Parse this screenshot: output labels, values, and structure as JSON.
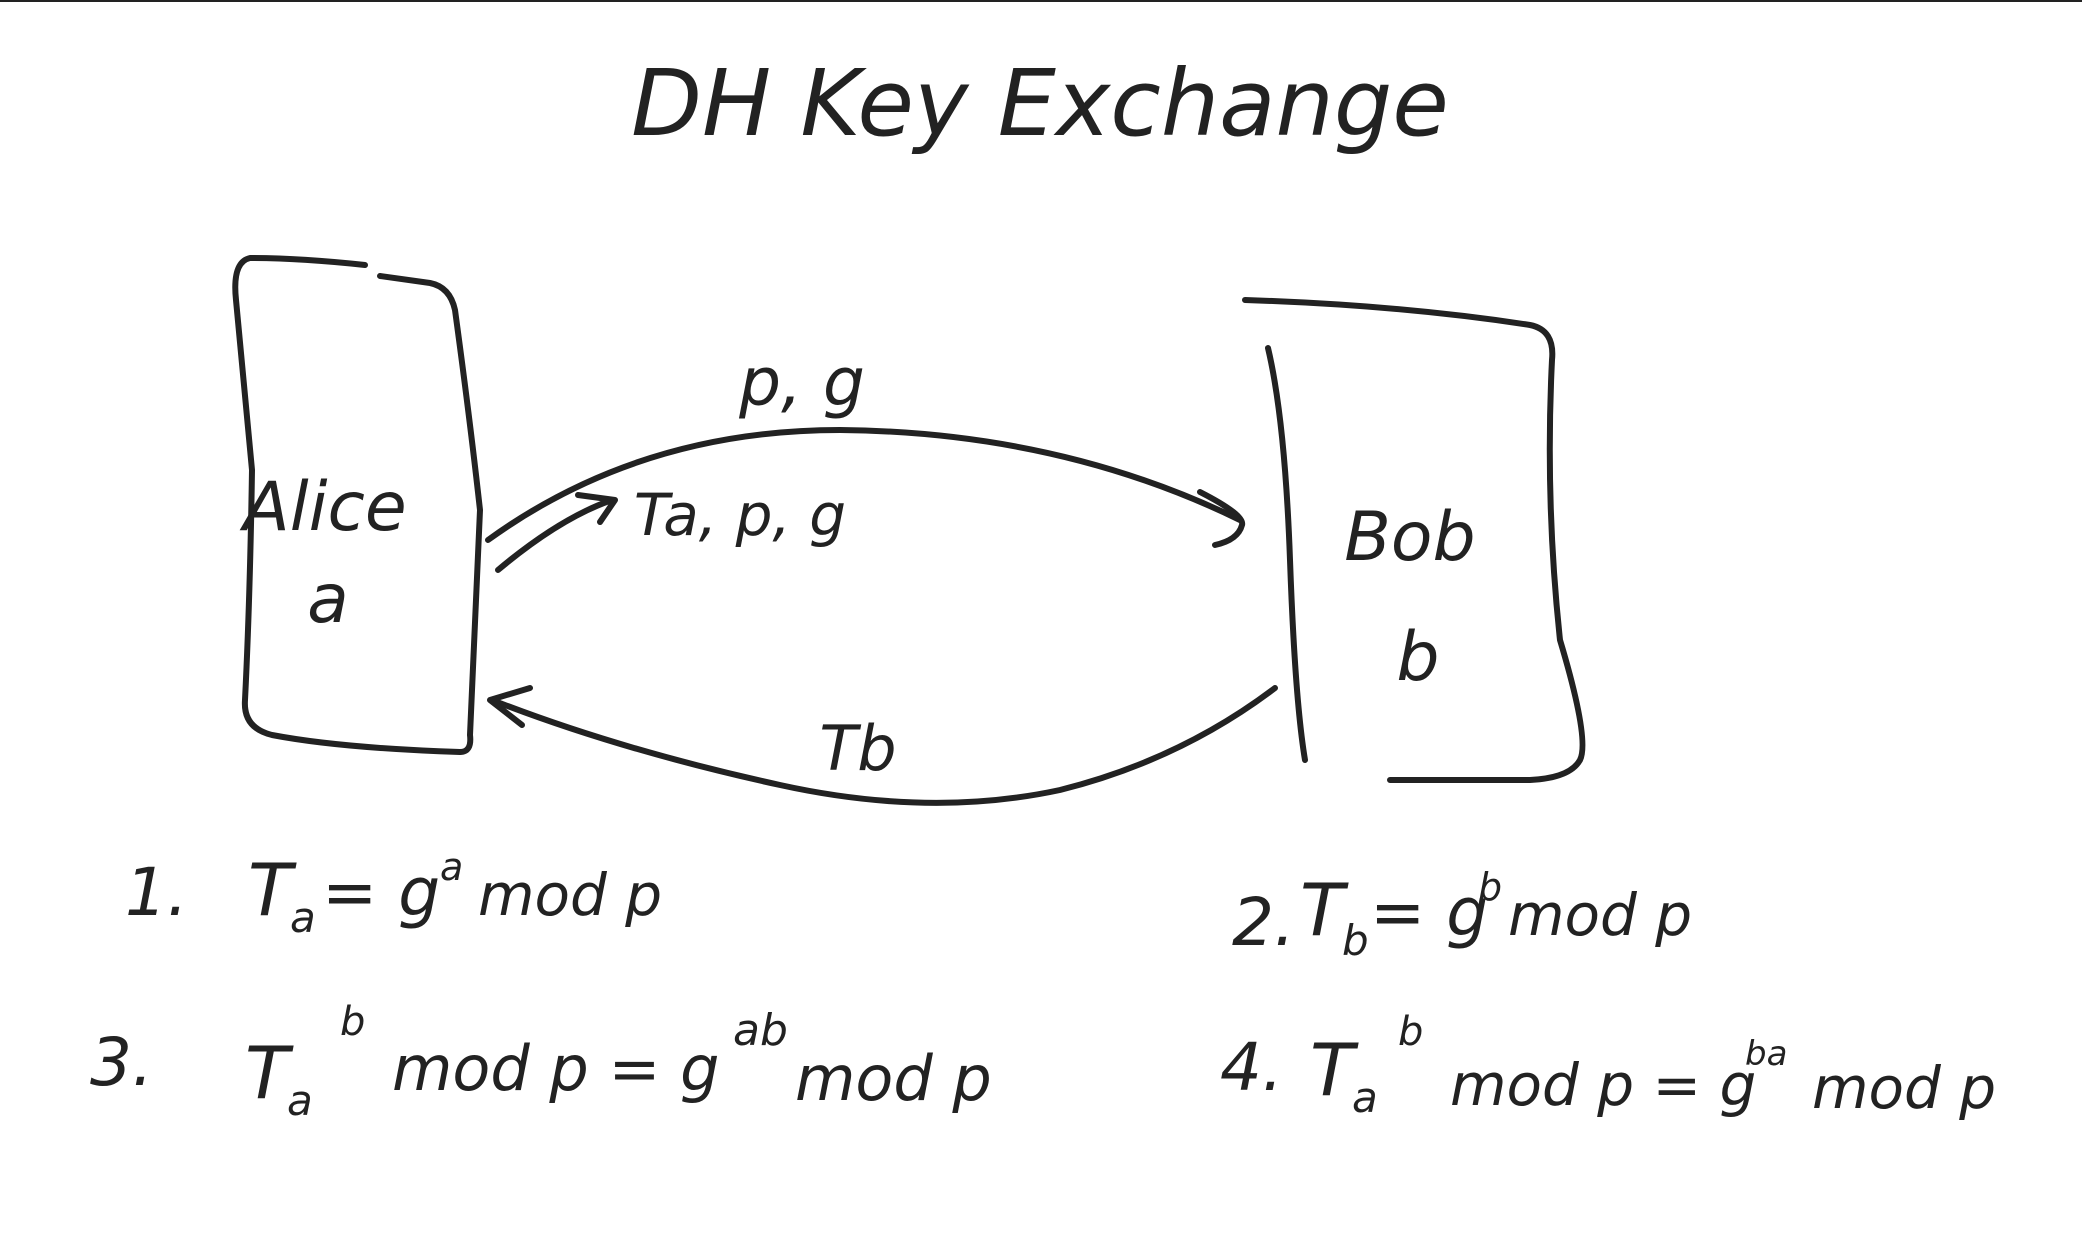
{
  "title": "DH Key Exchange",
  "alice": {
    "name": "Alice",
    "secret": "a"
  },
  "bob": {
    "name": "Bob",
    "secret": "b"
  },
  "arrows": {
    "public_params_label": "p, g",
    "alice_to_bob_label": "Ta, p, g",
    "bob_to_alice_label": "Tb"
  },
  "steps": [
    {
      "number": "1.",
      "lhs": "T",
      "lhs_sub": "a",
      "eq": "= g",
      "exp": "a",
      "rest": "mod p"
    },
    {
      "number": "2.",
      "lhs": "T",
      "lhs_sub": "b",
      "eq": "= g",
      "exp": "b",
      "rest": "mod p"
    },
    {
      "number": "3.",
      "lhs": "T",
      "lhs_sub": "a",
      "lhs_exp": "b",
      "mid": "mod p = g",
      "exp": "ab",
      "rest": "mod p"
    },
    {
      "number": "4.",
      "lhs": "T",
      "lhs_sub": "a",
      "lhs_exp": "b",
      "mid": "mod p = g",
      "exp": "ba",
      "rest": "mod p"
    }
  ]
}
